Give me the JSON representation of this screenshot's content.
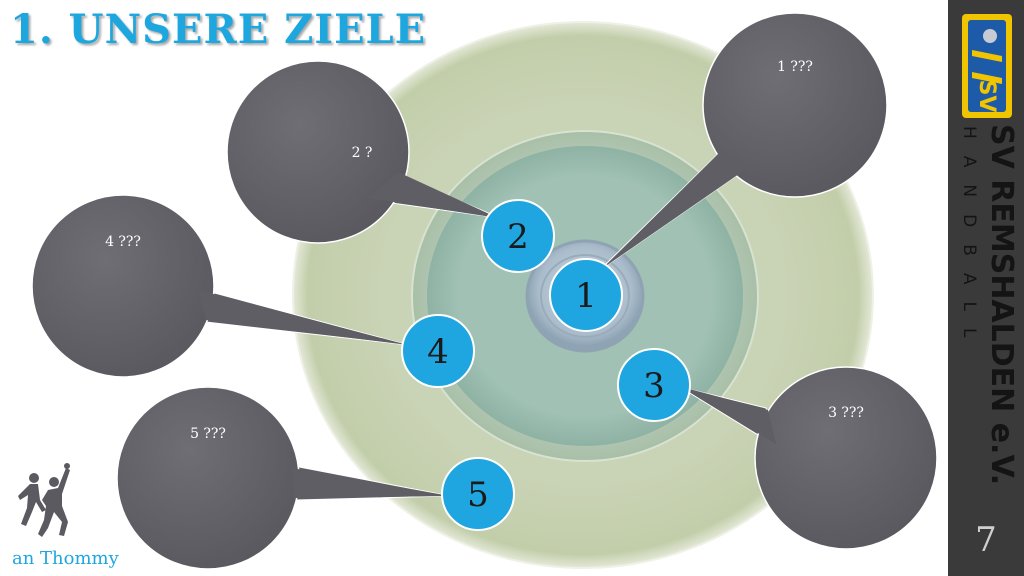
{
  "slide": {
    "title": "1. UNSERE ZIELE",
    "page_number": "7",
    "credit": "an Thommy"
  },
  "targets": [
    {
      "number": "1",
      "caption": "1 ???"
    },
    {
      "number": "2",
      "caption": "2 ?"
    },
    {
      "number": "3",
      "caption": "3 ???"
    },
    {
      "number": "4",
      "caption": "4 ???"
    },
    {
      "number": "5",
      "caption": "5 ???"
    }
  ],
  "club": {
    "logo_text": "SV",
    "name": "SV REMSHALDEN e.V.",
    "subtitle": "HANDBALL"
  },
  "colors": {
    "accent": "#1ea7df",
    "marker": "#1fa6e0",
    "bubble": "#636369",
    "outer_ring": "#c8d2b3",
    "middle_ring": "#b6c9b7",
    "inner_ring": "#9ebfb3",
    "bullseye": "#b5c4d0",
    "sidebar": "#3a3a3a"
  }
}
